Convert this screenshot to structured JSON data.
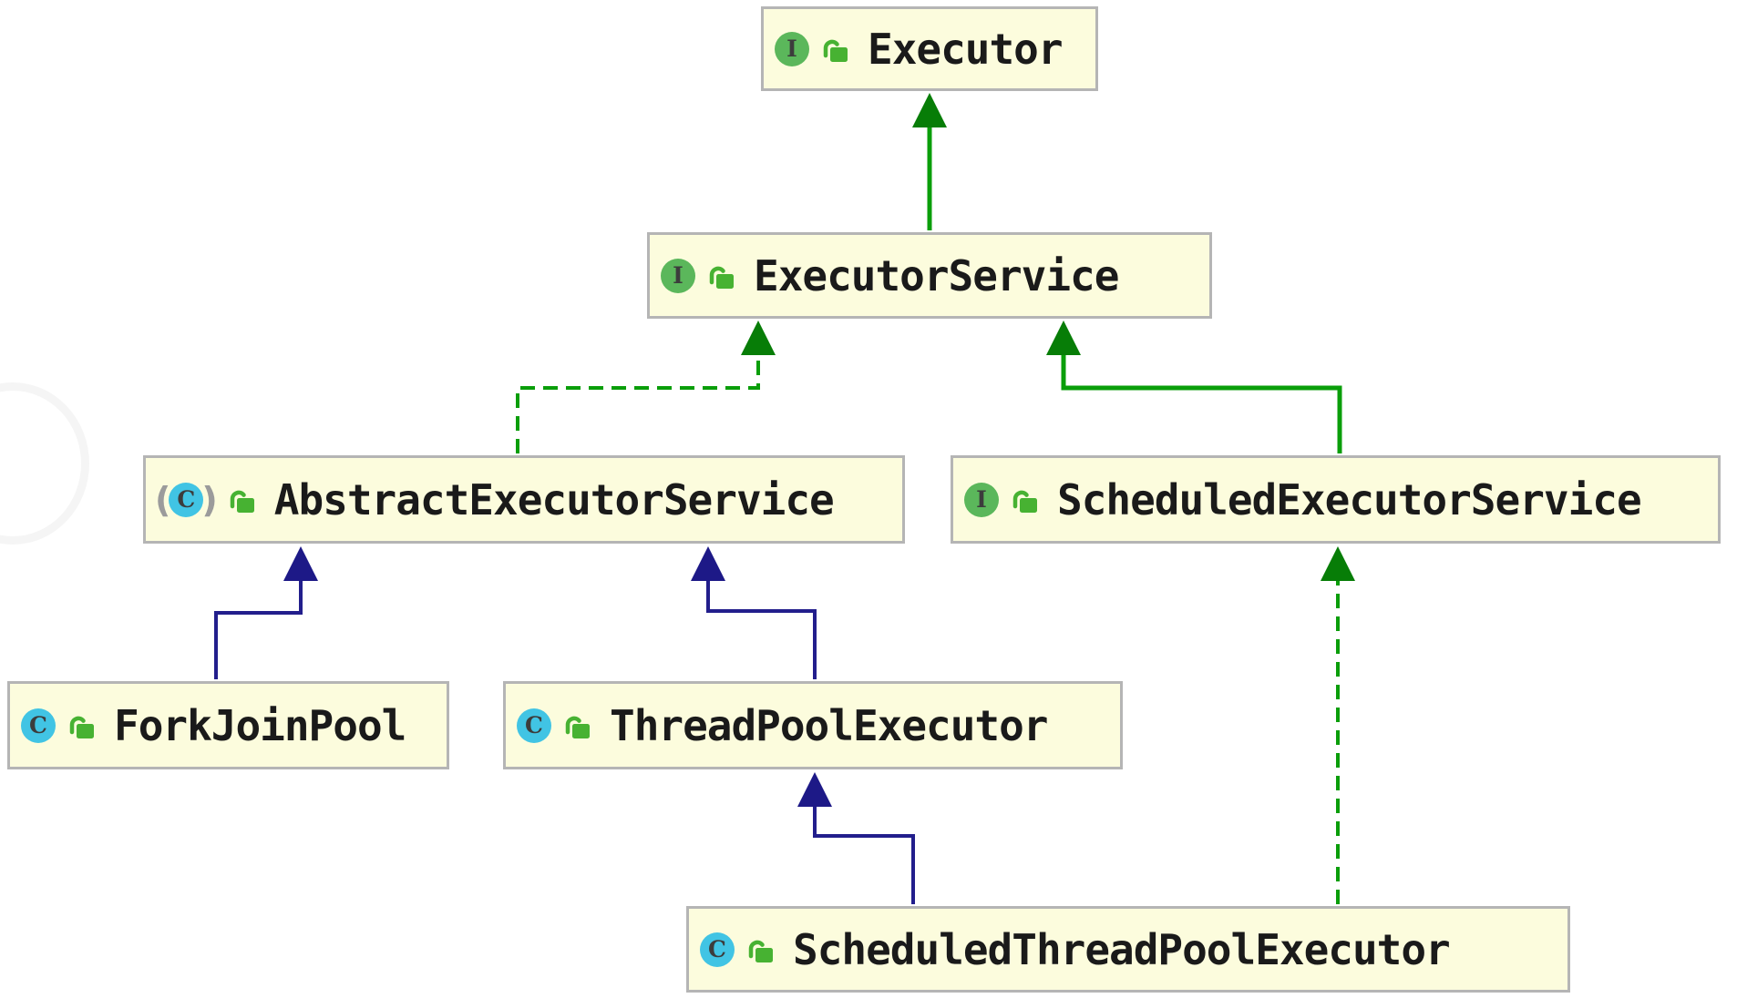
{
  "diagram": {
    "type": "uml-class-diagram",
    "subject": "java.util.concurrent Executor framework hierarchy",
    "icon_glyphs": {
      "interface": "I",
      "class": "C",
      "paren_open": "(",
      "paren_close": ")"
    },
    "nodes": [
      {
        "id": "executor",
        "label": "Executor",
        "kind": "interface",
        "visibility": "public"
      },
      {
        "id": "executor-service",
        "label": "ExecutorService",
        "kind": "interface",
        "visibility": "public"
      },
      {
        "id": "abstract-executor-service",
        "label": "AbstractExecutorService",
        "kind": "abstract-class",
        "visibility": "public"
      },
      {
        "id": "scheduled-executor-service",
        "label": "ScheduledExecutorService",
        "kind": "interface",
        "visibility": "public"
      },
      {
        "id": "fork-join-pool",
        "label": "ForkJoinPool",
        "kind": "class",
        "visibility": "public"
      },
      {
        "id": "thread-pool-executor",
        "label": "ThreadPoolExecutor",
        "kind": "class",
        "visibility": "public"
      },
      {
        "id": "scheduled-thread-pool-executor",
        "label": "ScheduledThreadPoolExecutor",
        "kind": "class",
        "visibility": "public"
      }
    ],
    "edges": [
      {
        "from": "ExecutorService",
        "to": "Executor",
        "type": "extends",
        "style": "solid",
        "color": "green"
      },
      {
        "from": "AbstractExecutorService",
        "to": "ExecutorService",
        "type": "implements",
        "style": "dashed",
        "color": "green"
      },
      {
        "from": "ScheduledExecutorService",
        "to": "ExecutorService",
        "type": "extends",
        "style": "solid",
        "color": "green"
      },
      {
        "from": "ForkJoinPool",
        "to": "AbstractExecutorService",
        "type": "extends",
        "style": "solid",
        "color": "navy"
      },
      {
        "from": "ThreadPoolExecutor",
        "to": "AbstractExecutorService",
        "type": "extends",
        "style": "solid",
        "color": "navy"
      },
      {
        "from": "ScheduledThreadPoolExecutor",
        "to": "ThreadPoolExecutor",
        "type": "extends",
        "style": "solid",
        "color": "navy"
      },
      {
        "from": "ScheduledThreadPoolExecutor",
        "to": "ScheduledExecutorService",
        "type": "implements",
        "style": "dashed",
        "color": "green"
      }
    ],
    "colors": {
      "node_fill": "#fcfcdd",
      "node_border": "#b5b5b5",
      "green_line": "#0a9e0a",
      "green_arrow": "#077d07",
      "navy_line": "#221e8c",
      "navy_arrow": "#1d1987",
      "interface_icon": "#5bb75b",
      "class_icon": "#41c4e4",
      "lock_icon": "#47b232",
      "label_color": "#1a1a1a"
    }
  }
}
